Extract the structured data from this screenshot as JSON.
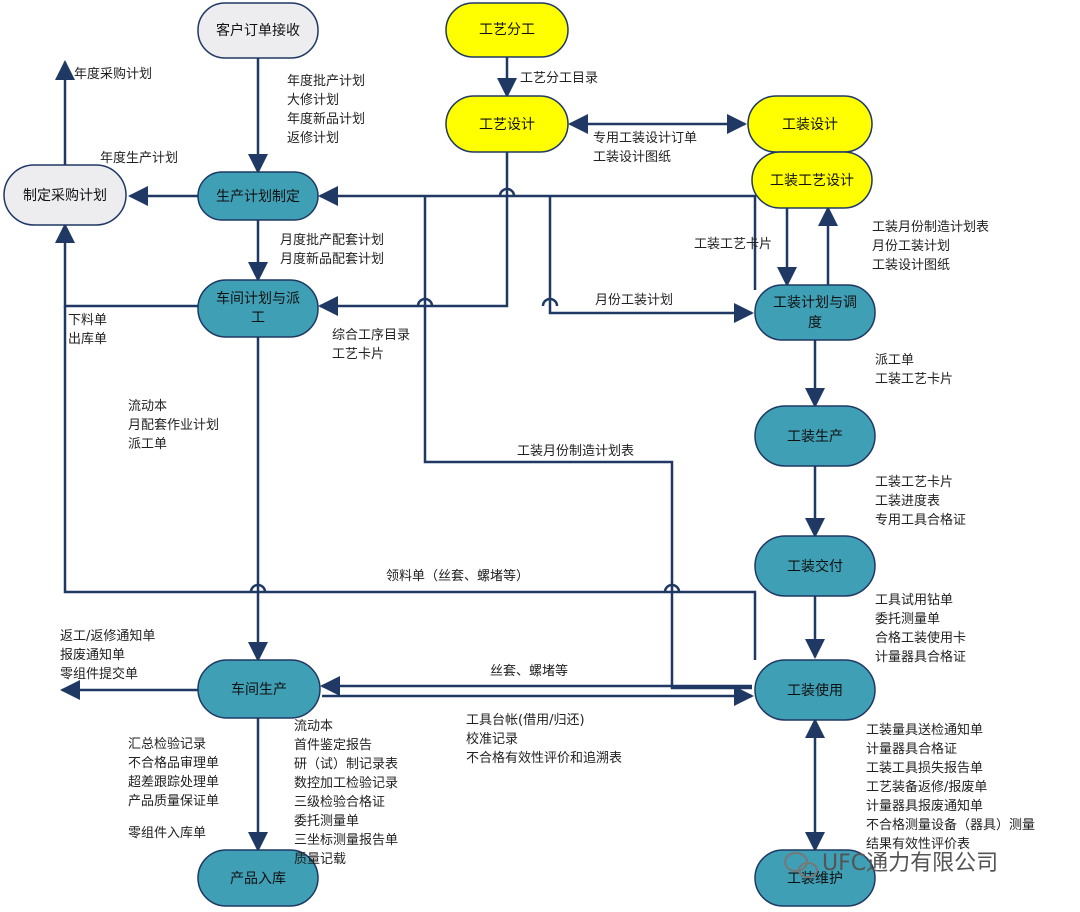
{
  "colors": {
    "process_node": "#3f9fb5",
    "design_node": "#ffff00",
    "external_node": "#ededf0",
    "line": "#1f3864"
  },
  "nodes": {
    "customer_order": "客户订单接收",
    "craft_division": "工艺分工",
    "craft_design": "工艺设计",
    "tooling_design": "工装设计",
    "tooling_craft_design": "工装工艺设计",
    "production_plan": "生产计划制定",
    "purchase_plan": "制定采购计划",
    "workshop_plan_l1": "车间计划与派",
    "workshop_plan_l2": "工",
    "tooling_plan_l1": "工装计划与调",
    "tooling_plan_l2": "度",
    "tooling_production": "工装生产",
    "tooling_delivery": "工装交付",
    "workshop_production": "车间生产",
    "tooling_use": "工装使用",
    "product_storage": "产品入库",
    "tooling_maintenance": "工装维护"
  },
  "labels": {
    "annual_purchase": "年度采购计划",
    "annual_production": "年度生产计划",
    "order_docs": [
      "年度批产计划",
      "大修计划",
      "年度新品计划",
      "返修计划"
    ],
    "craft_division_list": "工艺分工目录",
    "tooling_design_docs": [
      "专用工装设计订单",
      "工装设计图纸"
    ],
    "monthly_kits": [
      "月度批产配套计划",
      "月度新品配套计划"
    ],
    "tooling_craft_card_a": "工装工艺卡片",
    "tooling_monthly_docs": [
      "工装月份制造计划表",
      "月份工装计划",
      "工装设计图纸"
    ],
    "monthly_tooling_plan": "月份工装计划",
    "material_docs": [
      "下料单",
      "出库单"
    ],
    "process_docs": [
      "综合工序目录",
      "工艺卡片"
    ],
    "dispatch_docs": [
      "派工单",
      "工装工艺卡片"
    ],
    "flow_docs": [
      "流动本",
      "月配套作业计划",
      "派工单"
    ],
    "tooling_monthly_mfg": "工装月份制造计划表",
    "production_docs": [
      "工装工艺卡片",
      "工装进度表",
      "专用工具合格证"
    ],
    "requisition": "领料单（丝套、螺堵等）",
    "delivery_docs": [
      "工具试用钻单",
      "委托测量单",
      "合格工装使用卡",
      "计量器具合格证"
    ],
    "rework_docs": [
      "返工/返修通知单",
      "报废通知单",
      "零组件提交单"
    ],
    "thread_inserts": "丝套、螺堵等",
    "ledger_docs": [
      "工具台帐(借用/归还)",
      "校准记录",
      "不合格有效性评价和追溯表"
    ],
    "inspection_docs": [
      "汇总检验记录",
      "不合格品审理单",
      "超差跟踪处理单",
      "产品质量保证单"
    ],
    "component_storage": "零组件入库单",
    "record_docs": [
      "流动本",
      "首件鉴定报告",
      "研（试）制记录表",
      "数控加工检验记录",
      "三级检验合格证",
      "委托测量单",
      "三坐标测量报告单",
      "质量记载"
    ],
    "maintenance_docs": [
      "工装量具送检通知单",
      "计量器具合格证",
      "工装工具损失报告单",
      "工艺装备返修/报废单",
      "计量器具报废通知单",
      "不合格测量设备（器具）测量",
      "结果有效性评价表"
    ]
  },
  "watermark": "UFC通力有限公司"
}
